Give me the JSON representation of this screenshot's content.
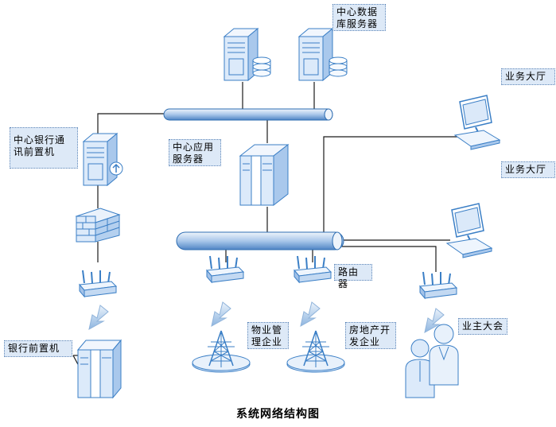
{
  "colors": {
    "line": "#1a1a1a",
    "device_fill": "#e3eefb",
    "device_stroke": "#3b7fc6",
    "arrow": "#9dbfe3",
    "label_bg": "#dde9f7"
  },
  "labels": {
    "data_server": "中心数据\n库服务器",
    "bank_comm": "中心银行通\n讯前置机",
    "app_server": "中心应用\n服务器",
    "hall_1": "业务大厅",
    "hall_2": "业务大厅",
    "router": "路由器",
    "bank_front": "银行前置机",
    "property": "物业管\n理企业",
    "developer": "房地产开\n发企业",
    "owners": "业主大会"
  },
  "caption": "系统网络结构图",
  "icons": [
    "server-icon",
    "database-icon",
    "firewall-icon",
    "router-icon",
    "workstation-icon",
    "tower-icon",
    "people-icon",
    "arrow-icon"
  ]
}
